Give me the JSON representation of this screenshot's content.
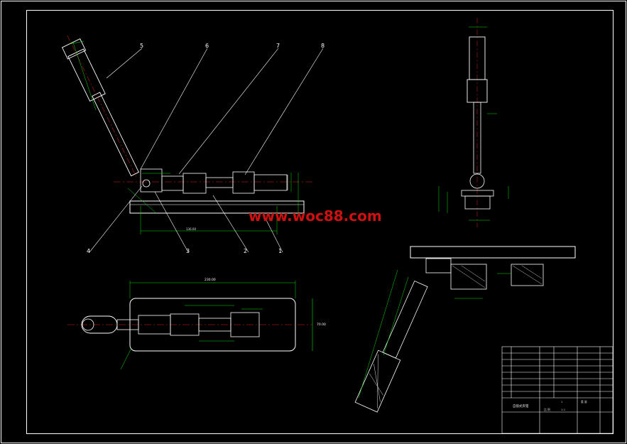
{
  "watermark": "www.woc88.com",
  "colors": {
    "background": "#000000",
    "outline": "#ffffff",
    "dimension": "#00e000",
    "centerline": "#e02020",
    "watermark": "#d01010"
  },
  "balloons": [
    "1",
    "2",
    "3",
    "4",
    "5",
    "6",
    "7",
    "8"
  ],
  "dimensions": {
    "top_overall": "230.00",
    "top_width": "70.00",
    "side_length": "136.00"
  },
  "title_block": {
    "drawing_title": "自锁式夹钳",
    "scale_label": "比 例",
    "scale_value": "1:1",
    "quantity": "1",
    "weight": "重 量"
  }
}
